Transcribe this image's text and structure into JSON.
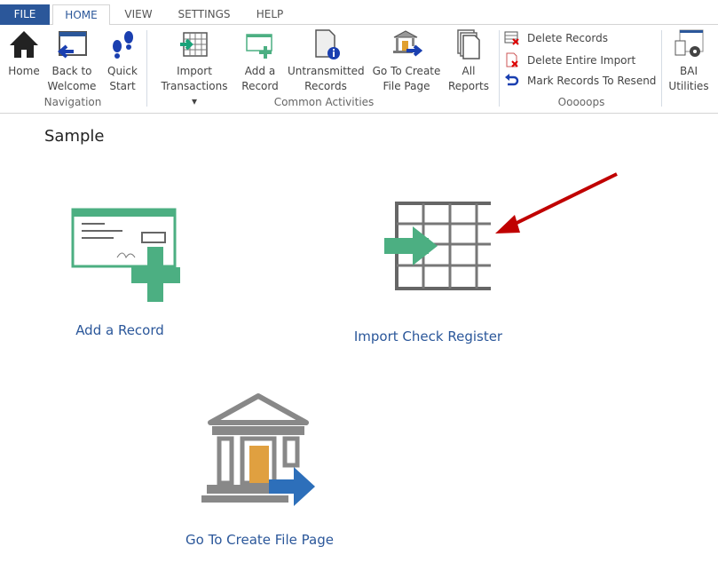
{
  "tabs": [
    "FILE",
    "HOME",
    "VIEW",
    "SETTINGS",
    "HELP"
  ],
  "ribbon": {
    "navigation": {
      "label": "Navigation",
      "buttons": [
        {
          "line1": "Home",
          "line2": ""
        },
        {
          "line1": "Back to",
          "line2": "Welcome"
        },
        {
          "line1": "Quick",
          "line2": "Start"
        }
      ]
    },
    "common": {
      "label": "Common Activities",
      "buttons": [
        {
          "line1": "Import",
          "line2": "Transactions ▾"
        },
        {
          "line1": "Add a",
          "line2": "Record"
        },
        {
          "line1": "Untransmitted",
          "line2": "Records"
        },
        {
          "line1": "Go To Create",
          "line2": "File Page"
        },
        {
          "line1": "All",
          "line2": "Reports"
        }
      ]
    },
    "oops": {
      "label": "Ooooops",
      "items": [
        "Delete Records",
        "Delete Entire Import",
        "Mark Records To Resend"
      ]
    },
    "bai": {
      "line1": "BAI",
      "line2": "Utilities"
    }
  },
  "page": {
    "title": "Sample",
    "tiles": [
      "Add a Record",
      "Import Check Register",
      "Go To Create File Page"
    ]
  },
  "colors": {
    "accent": "#2b579a",
    "green": "#4caf82",
    "annotation_arrow": "#c00000"
  }
}
